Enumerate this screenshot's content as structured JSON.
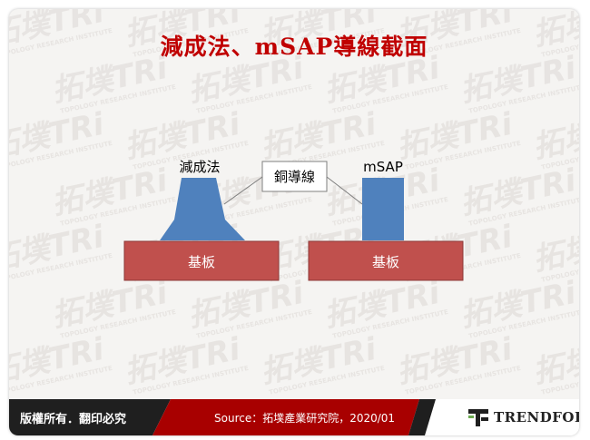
{
  "title": "減成法、mSAP導線截面",
  "diagram": {
    "label_subtractive": "減成法",
    "label_msap": "mSAP",
    "label_copper_line": "銅導線",
    "label_substrate_left": "基板",
    "label_substrate_right": "基板"
  },
  "colors": {
    "title": "#c00000",
    "substrate": "#c0504d",
    "substrate_border": "#8c3836",
    "conductor": "#4f81bd",
    "footer_dark": "#1f1f1f",
    "footer_red": "#a80000"
  },
  "watermark": {
    "logo_text": "拓墣TRi",
    "sub_text": "TOPOLOGY RESEARCH INSTITUTE"
  },
  "footer": {
    "copyright": "版權所有．翻印必究",
    "source": "Source：拓墣產業研究院，2020/01",
    "brand": "TRENDFORCE"
  }
}
